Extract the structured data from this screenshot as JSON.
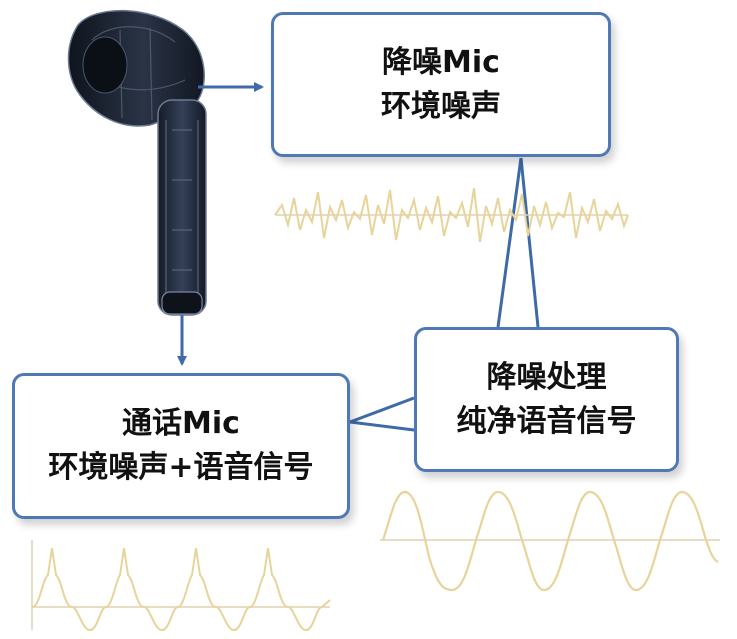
{
  "boxes": {
    "noise_mic": {
      "line1": "降噪Mic",
      "line2": "环境噪声"
    },
    "call_mic": {
      "line1": "通话Mic",
      "line2": "环境噪声+语音信号"
    },
    "processing": {
      "line1": "降噪处理",
      "line2": "纯净语音信号"
    }
  },
  "colors": {
    "box_border": "#4f79b4",
    "arrow": "#3e6aa8",
    "waveform": "#e8d49a",
    "earbud_body": "#1d2331"
  }
}
